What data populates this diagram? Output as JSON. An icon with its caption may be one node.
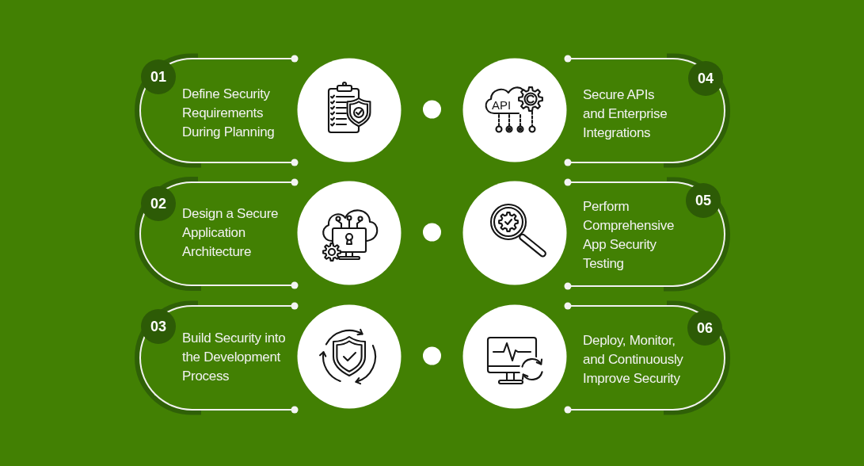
{
  "diagram": {
    "nodes": [
      {
        "text": [
          "01",
          "Define Security Requirements During Planning"
        ]
      },
      {
        "text": [
          "02",
          "Design a Secure Application Architecture"
        ]
      },
      {
        "text": [
          "03",
          "Build Security into the Development Process"
        ]
      },
      {
        "text": [
          "04",
          "Secure APIs and Enterprise Integrations"
        ]
      },
      {
        "text": [
          "05",
          "Perform Comprehensive App Security Testing"
        ]
      },
      {
        "text": [
          "06",
          "Deploy, Monitor, and Continuously Improve Security"
        ]
      }
    ],
    "labels": [
      "API"
    ]
  }
}
